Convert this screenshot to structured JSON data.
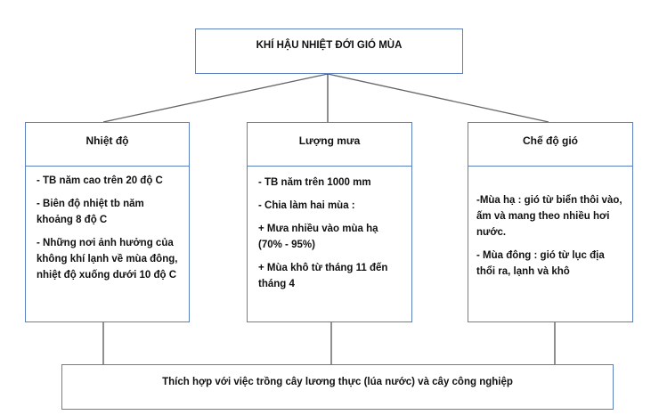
{
  "title": "KHÍ HẬU NHIỆT ĐỚI GIÓ MÙA",
  "sections": [
    {
      "heading": "Nhiệt độ",
      "items": [
        "- TB năm cao trên 20 độ C",
        "- Biên độ nhiệt tb năm khoảng 8 độ C",
        "- Những nơi ảnh hưởng của không khí lạnh về mùa đông, nhiệt độ xuống dưới 10 độ C"
      ]
    },
    {
      "heading": "Lượng mưa",
      "items": [
        "- TB năm trên 1000 mm",
        "- Chia làm hai mùa :",
        "+ Mưa nhiều vào mùa hạ (70% - 95%)",
        "+ Mùa khô từ tháng 11 đến tháng 4"
      ]
    },
    {
      "heading": "Chế độ gió",
      "items": [
        "-Mùa hạ : gió từ biển thôi vào, ấm và mang theo nhiều hơi nước.",
        "- Mùa đông : gió từ lục địa thổi ra, lạnh và khô"
      ]
    }
  ],
  "conclusion": "Thích hợp với việc trồng cây lương thực (lúa nước) và cây công nghiệp",
  "colors": {
    "border": "#5b7fbf",
    "connector": "#555555"
  }
}
